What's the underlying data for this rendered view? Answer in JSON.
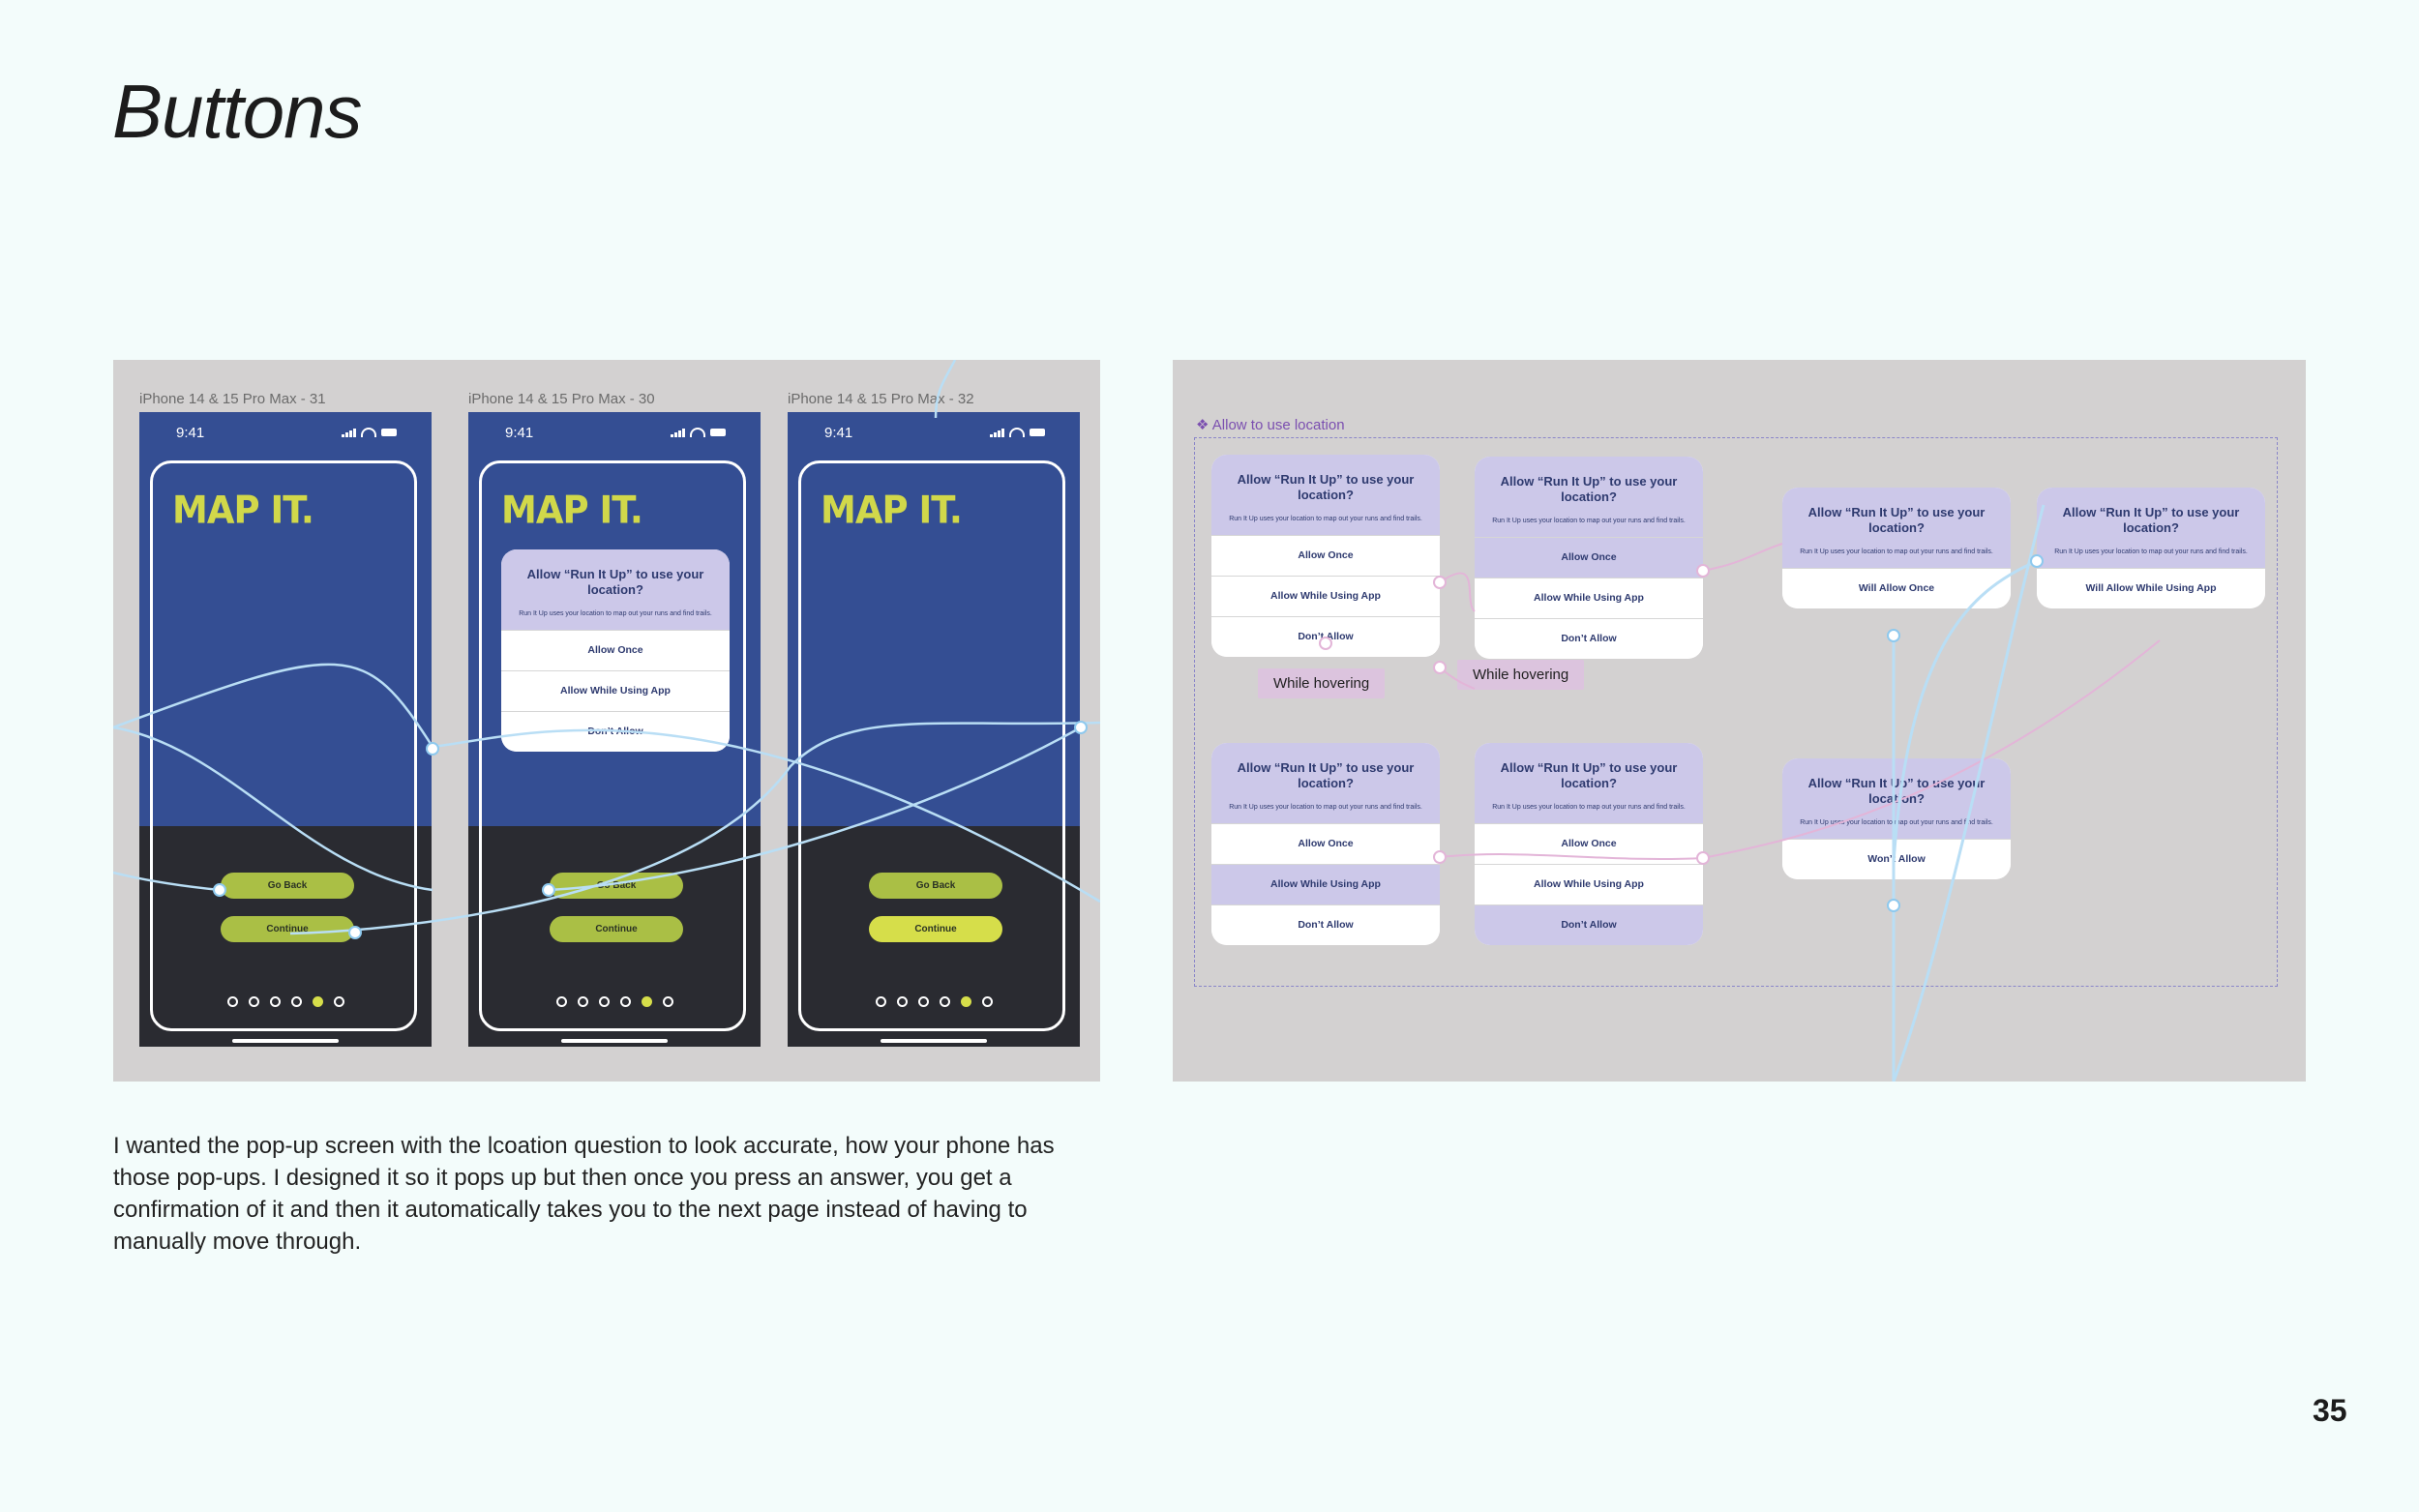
{
  "page": {
    "title": "Buttons",
    "description": "I wanted the pop-up screen with the lcoation question to look accurate, how your phone has those pop-ups. I designed it so it pops up but then once you press an answer, you get a confirmation of it and then it automatically takes you to the next page instead of having to manually move through.",
    "page_number": "35"
  },
  "left_panel": {
    "frames": [
      {
        "label": "iPhone 14 & 15 Pro Max - 31"
      },
      {
        "label": "iPhone 14 & 15 Pro Max - 30"
      },
      {
        "label": "iPhone 14 & 15 Pro Max - 32"
      }
    ],
    "status_time": "9:41",
    "logo": "MAP IT.",
    "go_back": "Go Back",
    "continue": "Continue"
  },
  "dialog": {
    "question": "Allow “Run It Up” to use your location?",
    "subtext": "Run It Up uses your location to map out your runs and find trails.",
    "allow_once": "Allow Once",
    "allow_while": "Allow While Using App",
    "dont_allow": "Don’t Allow",
    "will_allow_once": "Will Allow Once",
    "will_allow_while": "Will Allow While Using App",
    "wont_allow": "Won’t Allow"
  },
  "right_panel": {
    "component_label": "Allow to use location",
    "hover_label": "While hovering"
  },
  "colors": {
    "page_bg": "#f3fcfb",
    "panel_bg": "#d3d1d1",
    "phone_blue": "#344e93",
    "phone_dark": "#2a2b31",
    "accent_yellow": "#d6de4a",
    "pill_green": "#aabf45",
    "dialog_lavender": "#ccc8e9",
    "dialog_text": "#2e3a6f",
    "connector_blue": "#a8d4f0",
    "connector_pink": "#e3b5d8"
  }
}
